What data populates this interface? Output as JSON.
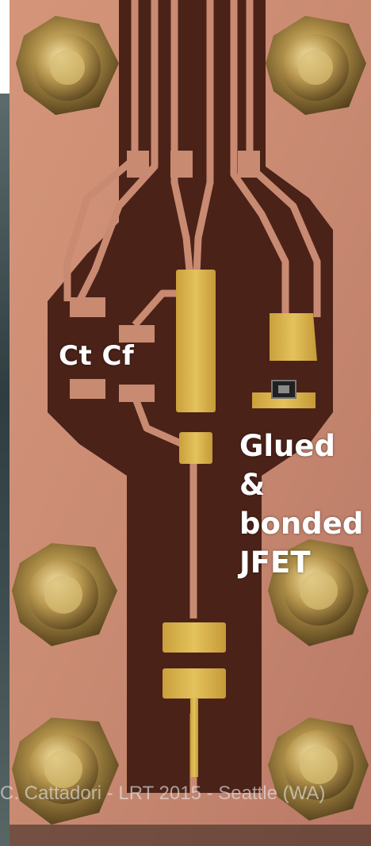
{
  "photo": {
    "subject": "pcb-photo",
    "colors": {
      "copper": "#c98a72",
      "substrate": "#4a2218",
      "gold_pad": "#d9b34a",
      "brass": "#a98a45",
      "background": "#3f5054"
    }
  },
  "labels": {
    "ct_cf": "Ct  Cf",
    "glued_bonded_jfet": "Glued &\nbonded\nJFET"
  },
  "caption": "C. Cattadori - LRT 2015 - Seattle (WA)"
}
